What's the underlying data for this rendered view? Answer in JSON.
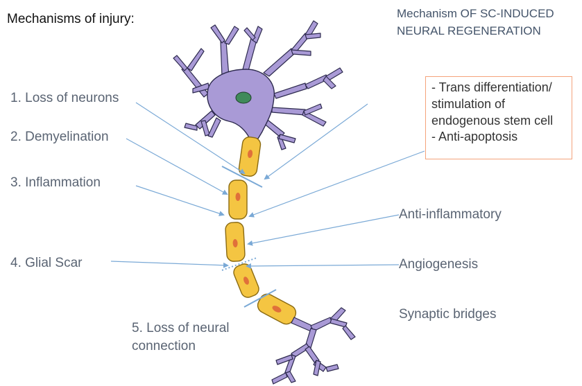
{
  "left_title": "Mechanisms of injury:",
  "right_title": {
    "line1": "Mechanism OF SC-INDUCED",
    "line2": "NEURAL REGENERATION"
  },
  "injuries": [
    "1.  Loss of  neurons",
    "2.  Demyelination",
    "3.  Inflammation",
    "4.  Glial Scar",
    "5.  Loss of neural",
    "connection"
  ],
  "mechanisms_box": {
    "line1": "- Trans differentiation/",
    "line2": "stimulation of",
    "line3": "endogenous stem cell",
    "line4": "- Anti-apoptosis"
  },
  "mechanisms": [
    "Anti-inflammatory",
    "Angiogenesis",
    "Synaptic bridges"
  ],
  "colors": {
    "neuron_body": "#a99ad6",
    "neuron_outline": "#2d2a4e",
    "nucleus": "#3f8a5a",
    "myelin": "#f4c542",
    "myelin_outline": "#8a6a12",
    "myelin_dot": "#e0703a",
    "arrow": "#7aa9d6",
    "box_border": "#f4a27a"
  }
}
